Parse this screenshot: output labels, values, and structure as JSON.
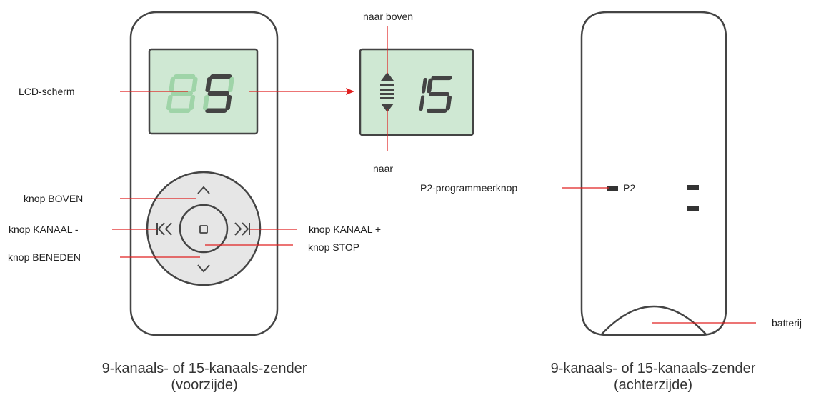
{
  "front": {
    "lcd_display": "85",
    "labels": {
      "lcd": "LCD-scherm",
      "up": "knop BOVEN",
      "ch_minus": "knop KANAAL -",
      "down": "knop BENEDEN",
      "ch_plus": "knop KANAAL +",
      "stop": "knop STOP"
    },
    "caption_line1": "9-kanaals- of 15-kanaals-zender",
    "caption_line2": "(voorzijde)"
  },
  "detail": {
    "lcd_display": "15",
    "label_top": "naar boven",
    "label_bottom": "naar"
  },
  "back": {
    "p2_text": "P2",
    "labels": {
      "p2_button": "P2-programmeerknop",
      "battery": "batterij"
    },
    "caption_line1": "9-kanaals- of 15-kanaals-zender",
    "caption_line2": "(achterzijde)"
  },
  "colors": {
    "outline": "#444444",
    "lcd_fill": "#cfe8d3",
    "lcd_digit_lit": "#444444",
    "lcd_digit_dim": "#9fd4a8",
    "pad_fill": "#e6e6e6",
    "leader": "#e02020",
    "slot": "#333333"
  }
}
